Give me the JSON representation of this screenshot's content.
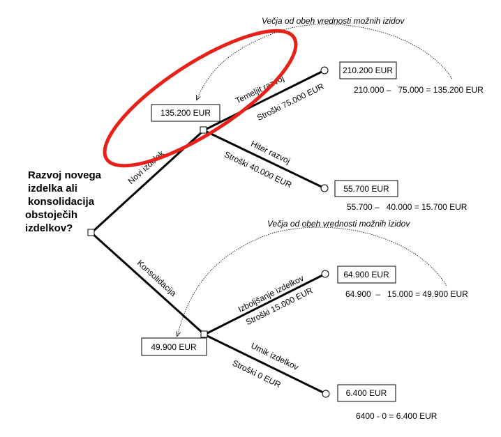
{
  "question": [
    "Razvoj novega",
    "izdelka ali",
    "konsolidacija",
    "obstoječih",
    "izdelkov?"
  ],
  "annotations": {
    "top_note": "Večja od obeh vrednosti možnih izidov",
    "bottom_note": "Večja od obeh vrednosti možnih izidov"
  },
  "branches": {
    "new_product": "Novi izdelek",
    "consolidation": "Konsolidacija"
  },
  "new_product": {
    "value": "135.200 EUR",
    "options": [
      {
        "label": "Temeljit razvoj",
        "cost": "Stroški 75.000 EUR",
        "outcome": "210.200 EUR",
        "calc": "210.000 –   75.000 = 135.200 EUR"
      },
      {
        "label": "Hiter razvoj",
        "cost": "Stroški 40.000 EUR",
        "outcome": "55.700 EUR",
        "calc": "55.700 –   40.000 = 15.700 EUR"
      }
    ]
  },
  "consolidation": {
    "value": "49.900 EUR",
    "options": [
      {
        "label": "Izboljšanje izdelkov",
        "cost": "Stroški 15.000 EUR",
        "outcome": "64.900 EUR",
        "calc": "64.900  –   15.000 = 49.900 EUR"
      },
      {
        "label": "Umik izdelkov",
        "cost": "Stroški 0 EUR",
        "outcome": "6.400 EUR",
        "calc": "6400 - 0 = 6.400 EUR"
      }
    ]
  },
  "colors": {
    "highlight": "#e8201a",
    "line": "#000000"
  }
}
